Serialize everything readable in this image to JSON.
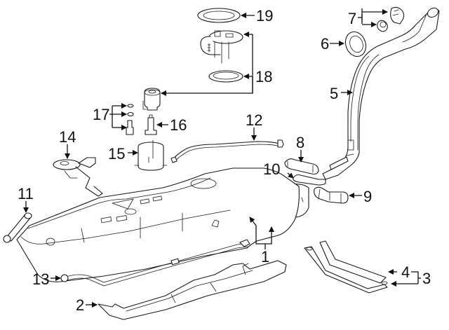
{
  "diagram": {
    "type": "exploded-parts-diagram",
    "subject": "Fuel tank assembly and components",
    "colors": {
      "line": "#1a1a1a",
      "background": "#ffffff"
    },
    "callouts": [
      {
        "id": "1",
        "label": "1",
        "part": "fuel-tank"
      },
      {
        "id": "2",
        "label": "2",
        "part": "tank-protector-shield"
      },
      {
        "id": "3",
        "label": "3",
        "part": "tank-straps-assembly"
      },
      {
        "id": "4",
        "label": "4",
        "part": "tank-strap"
      },
      {
        "id": "5",
        "label": "5",
        "part": "filler-pipe"
      },
      {
        "id": "6",
        "label": "6",
        "part": "filler-neck-cap-housing"
      },
      {
        "id": "7",
        "label": "7",
        "part": "fuel-cap-and-grommet"
      },
      {
        "id": "8",
        "label": "8",
        "part": "filler-hose"
      },
      {
        "id": "9",
        "label": "9",
        "part": "vent-hose"
      },
      {
        "id": "10",
        "label": "10",
        "part": "breather-hose"
      },
      {
        "id": "11",
        "label": "11",
        "part": "fuel-line-hose"
      },
      {
        "id": "12",
        "label": "12",
        "part": "vapor-tube"
      },
      {
        "id": "13",
        "label": "13",
        "part": "fuel-feed-line"
      },
      {
        "id": "14",
        "label": "14",
        "part": "fuel-level-sender"
      },
      {
        "id": "15",
        "label": "15",
        "part": "pump-reservoir"
      },
      {
        "id": "16",
        "label": "16",
        "part": "fuel-pump"
      },
      {
        "id": "17",
        "label": "17",
        "part": "o-rings-and-pressure-regulator"
      },
      {
        "id": "18",
        "label": "18",
        "part": "fuel-pump-module"
      },
      {
        "id": "19",
        "label": "19",
        "part": "lock-ring"
      }
    ]
  }
}
